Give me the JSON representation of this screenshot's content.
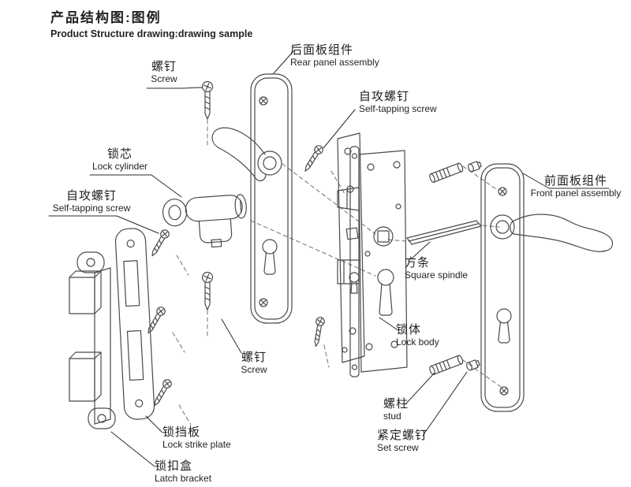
{
  "header": {
    "title_zh": "产品结构图:图例",
    "title_en": "Product Structure drawing:drawing sample"
  },
  "labels": {
    "screw": {
      "zh": "螺钉",
      "en": "Screw"
    },
    "rear_panel": {
      "zh": "后面板组件",
      "en": "Rear panel assembly"
    },
    "self_tapping_screw": {
      "zh": "自攻螺钉",
      "en": "Self-tapping screw"
    },
    "lock_cylinder": {
      "zh": "锁芯",
      "en": "Lock cylinder"
    },
    "front_panel": {
      "zh": "前面板组件",
      "en": "Front panel assembly"
    },
    "square_spindle": {
      "zh": "方条",
      "en": "Square spindle"
    },
    "lock_body": {
      "zh": "锁体",
      "en": "Lock body"
    },
    "strike_plate": {
      "zh": "锁挡板",
      "en": "Lock strike plate"
    },
    "latch_bracket": {
      "zh": "锁扣盒",
      "en": "Latch bracket"
    },
    "stud": {
      "zh": "螺柱",
      "en": "stud"
    },
    "set_screw": {
      "zh": "紧定螺钉",
      "en": "Set screw"
    }
  },
  "colors": {
    "drawing_line": "#4a4a4c",
    "leader_line": "#2b2b2b",
    "label_text": "#231f20",
    "background": "#ffffff"
  }
}
